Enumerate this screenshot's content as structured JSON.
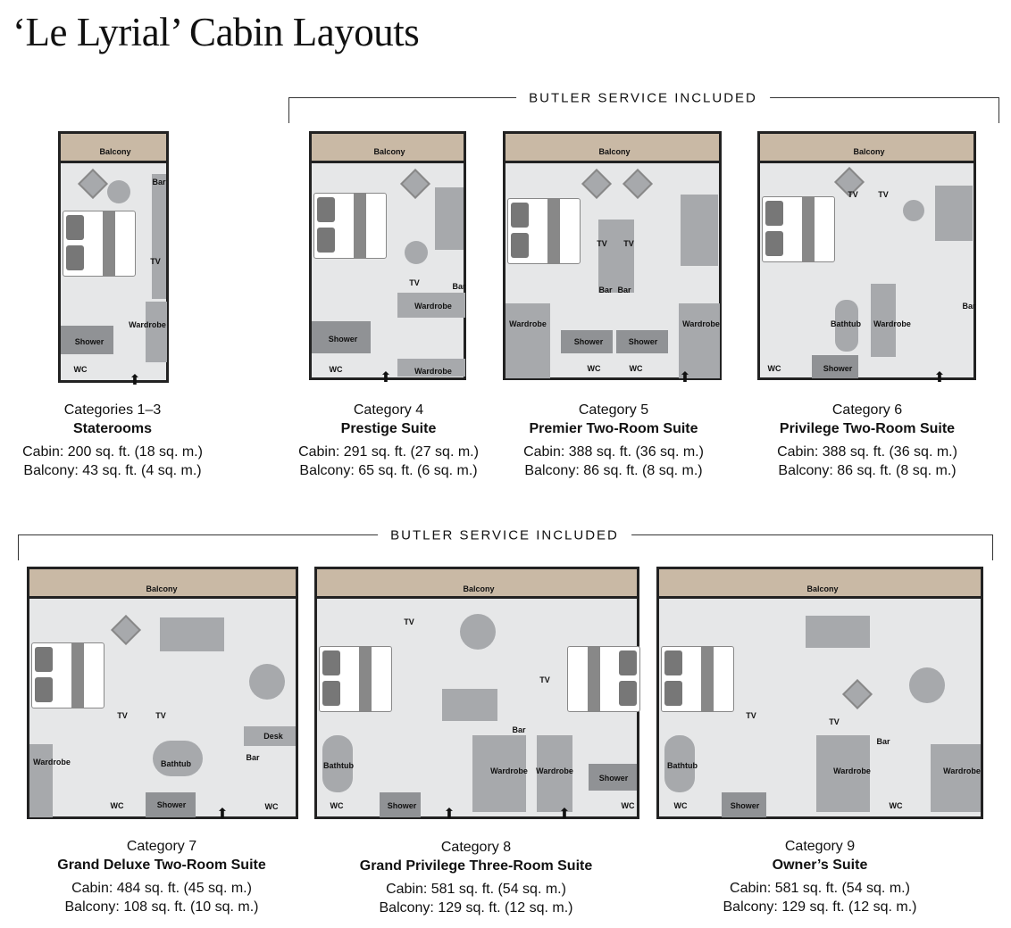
{
  "title": "‘Le Lyrial’ Cabin Layouts",
  "butler_top": "BUTLER SERVICE INCLUDED",
  "butler_bottom": "BUTLER SERVICE INCLUDED",
  "plans": [
    {
      "category": "Categories 1–3",
      "name": "Staterooms",
      "cabin": "Cabin: 200 sq. ft. (18 sq. m.)",
      "balcony": "Balcony: 43 sq. ft. (4 sq. m.)",
      "labels": [
        "Balcony",
        "Bar",
        "TV",
        "Wardrobe",
        "Shower",
        "WC"
      ]
    },
    {
      "category": "Category 4",
      "name": "Prestige Suite",
      "cabin": "Cabin: 291 sq. ft. (27 sq. m.)",
      "balcony": "Balcony: 65 sq. ft. (6 sq. m.)",
      "labels": [
        "Balcony",
        "TV",
        "Bar",
        "Wardrobe",
        "Shower",
        "WC",
        "Wardrobe"
      ]
    },
    {
      "category": "Category 5",
      "name": "Premier Two-Room Suite",
      "cabin": "Cabin: 388 sq. ft. (36 sq. m.)",
      "balcony": "Balcony: 86 sq. ft. (8 sq. m.)",
      "labels": [
        "Balcony",
        "TV",
        "TV",
        "Bar",
        "Bar",
        "Wardrobe",
        "Wardrobe",
        "Shower",
        "Shower",
        "WC",
        "WC"
      ]
    },
    {
      "category": "Category 6",
      "name": "Privilege Two-Room Suite",
      "cabin": "Cabin: 388 sq. ft. (36 sq. m.)",
      "balcony": "Balcony: 86 sq. ft. (8 sq. m.)",
      "labels": [
        "Balcony",
        "TV",
        "TV",
        "Bathtub",
        "Wardrobe",
        "Bar",
        "WC",
        "Shower"
      ]
    },
    {
      "category": "Category 7",
      "name": "Grand Deluxe Two-Room Suite",
      "cabin": "Cabin: 484 sq. ft. (45 sq. m.)",
      "balcony": "Balcony: 108 sq. ft.  (10 sq. m.)",
      "labels": [
        "Balcony",
        "TV",
        "TV",
        "Desk",
        "Bar",
        "Wardrobe",
        "Bathtub",
        "WC",
        "Shower",
        "WC"
      ]
    },
    {
      "category": "Category 8",
      "name": "Grand Privilege Three-Room Suite",
      "cabin": "Cabin: 581 sq. ft. (54 sq. m.)",
      "balcony": "Balcony: 129 sq. ft. (12 sq. m.)",
      "labels": [
        "Balcony",
        "TV",
        "TV",
        "Bar",
        "Bathtub",
        "Wardrobe",
        "Wardrobe",
        "Shower",
        "WC",
        "Shower",
        "WC"
      ]
    },
    {
      "category": "Category 9",
      "name": "Owner’s Suite",
      "cabin": "Cabin: 581 sq. ft. (54 sq. m.)",
      "balcony": "Balcony: 129 sq. ft. (12 sq. m.)",
      "labels": [
        "Balcony",
        "TV",
        "TV",
        "Bar",
        "Bathtub",
        "Wardrobe",
        "Wardrobe",
        "WC",
        "Shower",
        "WC"
      ]
    }
  ]
}
